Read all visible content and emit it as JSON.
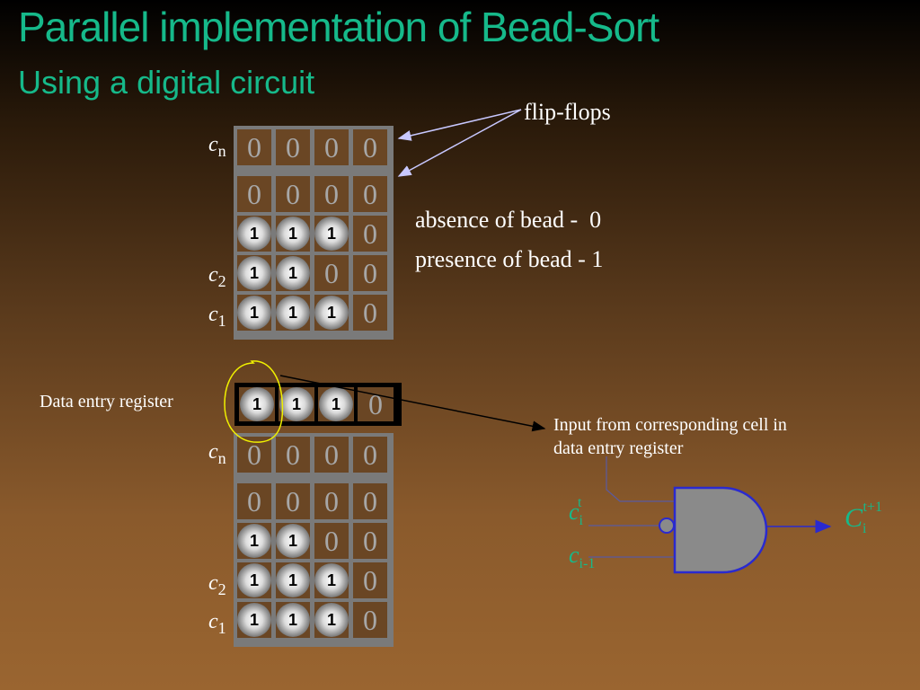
{
  "title": "Parallel implementation of Bead-Sort",
  "subtitle": "Using a digital circuit",
  "flipflops_label": "flip-flops",
  "legend": {
    "absence": "absence of bead -  0",
    "presence": "presence of bead - 1"
  },
  "data_entry_label": "Data entry register",
  "input_label_line1": "Input from corresponding cell in",
  "input_label_line2": "data entry register",
  "row_labels": {
    "cn_base": "c",
    "cn_sub": "n",
    "c2_base": "c",
    "c2_sub": "2",
    "c1_base": "c",
    "c1_sub": "1"
  },
  "gate_labels": {
    "ci_base": "c",
    "ci_sub": "i",
    "ci_sup": "t",
    "cim1_base": "c",
    "cim1_sub": "i-1",
    "Ci_base": "C",
    "Ci_sub": "i",
    "Ci_sup": "t+1"
  },
  "bead_text": "1",
  "zero_text": "0",
  "top_grid": [
    [
      0,
      0,
      0,
      0
    ],
    [
      0,
      0,
      0,
      0
    ],
    [
      1,
      1,
      1,
      0
    ],
    [
      1,
      1,
      0,
      0
    ],
    [
      1,
      1,
      1,
      0
    ]
  ],
  "register": [
    1,
    1,
    1,
    0
  ],
  "bottom_grid": [
    [
      0,
      0,
      0,
      0
    ],
    [
      0,
      0,
      0,
      0
    ],
    [
      1,
      1,
      0,
      0
    ],
    [
      1,
      1,
      1,
      0
    ],
    [
      1,
      1,
      1,
      0
    ]
  ],
  "colors": {
    "title": "#16b98a",
    "arrow": "#c8c8ff",
    "gate_fill": "#8a8a8a",
    "gate_stroke": "#2a2acf",
    "highlight": "#f0f000"
  }
}
